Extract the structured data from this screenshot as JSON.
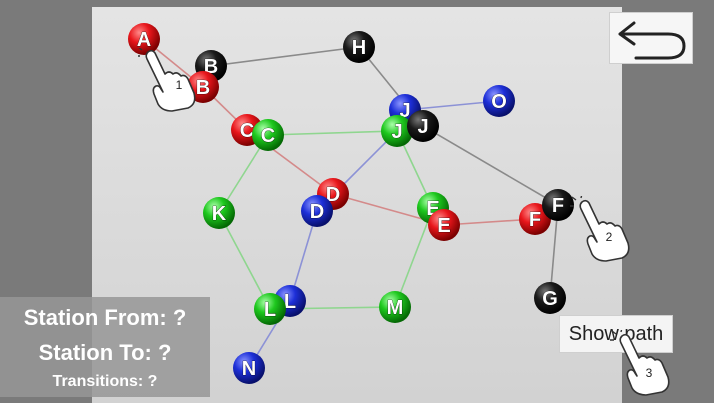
{
  "stations": [
    {
      "id": "A",
      "color": "red"
    },
    {
      "id": "B",
      "color": "black"
    },
    {
      "id": "B2",
      "label": "B",
      "color": "red"
    },
    {
      "id": "H",
      "color": "black"
    },
    {
      "id": "C",
      "color": "red"
    },
    {
      "id": "C2",
      "label": "C",
      "color": "green"
    },
    {
      "id": "J",
      "color": "blue"
    },
    {
      "id": "J2",
      "label": "J",
      "color": "green"
    },
    {
      "id": "J3",
      "label": "J",
      "color": "black"
    },
    {
      "id": "O",
      "color": "blue"
    },
    {
      "id": "D",
      "color": "red"
    },
    {
      "id": "D2",
      "label": "D",
      "color": "blue"
    },
    {
      "id": "K",
      "color": "green"
    },
    {
      "id": "E",
      "color": "green"
    },
    {
      "id": "E2",
      "label": "E",
      "color": "red"
    },
    {
      "id": "F",
      "color": "red"
    },
    {
      "id": "F2",
      "label": "F",
      "color": "black"
    },
    {
      "id": "G",
      "color": "black"
    },
    {
      "id": "L",
      "color": "blue"
    },
    {
      "id": "L2",
      "label": "L",
      "color": "green"
    },
    {
      "id": "M",
      "color": "green"
    },
    {
      "id": "N",
      "color": "blue"
    }
  ],
  "connections": [
    {
      "from": "A",
      "to": "B2",
      "line": "red"
    },
    {
      "from": "B",
      "to": "H",
      "line": "black"
    },
    {
      "from": "H",
      "to": "J3",
      "line": "black"
    },
    {
      "from": "B2",
      "to": "C",
      "line": "red"
    },
    {
      "from": "C2",
      "to": "J2",
      "line": "green"
    },
    {
      "from": "C",
      "to": "D",
      "line": "red"
    },
    {
      "from": "J",
      "to": "O",
      "line": "blue"
    },
    {
      "from": "J2",
      "to": "D2",
      "line": "blue"
    },
    {
      "from": "J2",
      "to": "E",
      "line": "green"
    },
    {
      "from": "J3",
      "to": "F2",
      "line": "black"
    },
    {
      "from": "D",
      "to": "E2",
      "line": "red"
    },
    {
      "from": "E2",
      "to": "F",
      "line": "red"
    },
    {
      "from": "F2",
      "to": "G",
      "line": "black"
    },
    {
      "from": "C2",
      "to": "K",
      "line": "green"
    },
    {
      "from": "K",
      "to": "L2",
      "line": "green"
    },
    {
      "from": "D2",
      "to": "L",
      "line": "blue"
    },
    {
      "from": "L2",
      "to": "M",
      "line": "green"
    },
    {
      "from": "M",
      "to": "E",
      "line": "green"
    },
    {
      "from": "L",
      "to": "N",
      "line": "blue"
    }
  ],
  "colors": {
    "red": "#e8161b",
    "black": "#1a1a1a",
    "blue": "#1d2fd8",
    "green": "#1ec81e"
  },
  "line_colors": {
    "red": "#d48a8a",
    "black": "#8a8a8a",
    "blue": "#8c92d6",
    "green": "#8fd68f"
  },
  "info": {
    "station_from": "Station From:  ?",
    "station_to": "Station To:  ?",
    "transitions": "Transitions: ?"
  },
  "show_path_label": "Show path",
  "hints": [
    "1",
    "2",
    "3"
  ],
  "icons": {
    "back": "back-arrow-icon",
    "hand": "tap-hand-icon"
  }
}
